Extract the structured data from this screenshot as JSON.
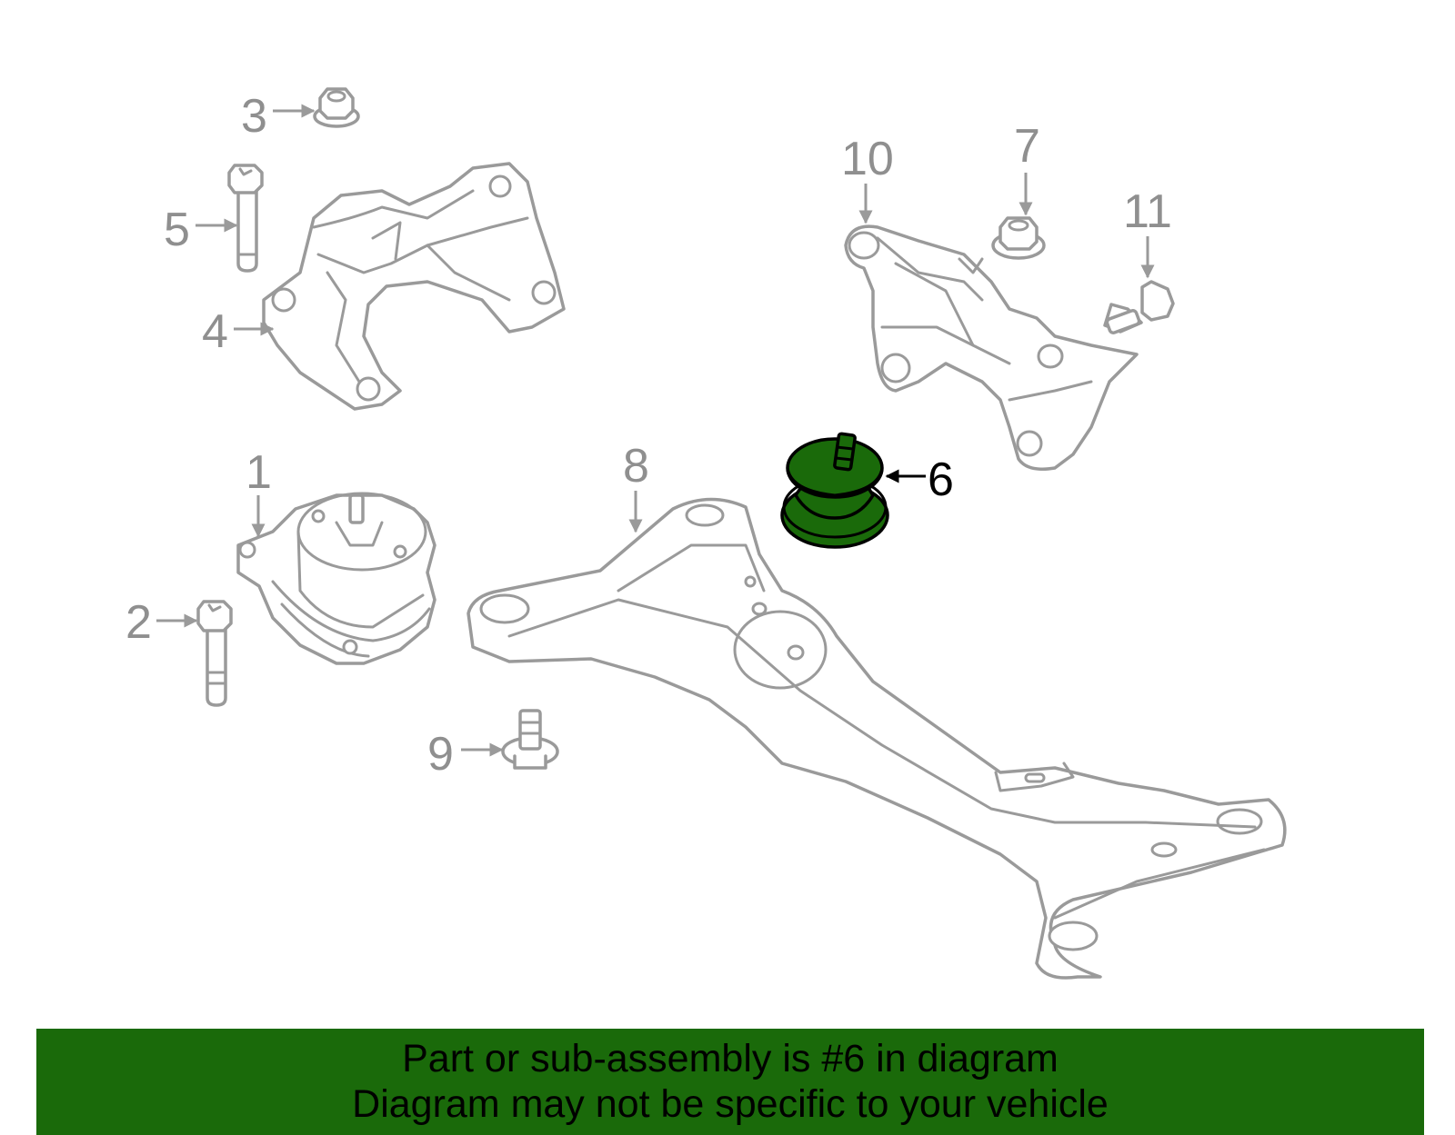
{
  "callouts": {
    "c1": "1",
    "c2": "2",
    "c3": "3",
    "c4": "4",
    "c5": "5",
    "c6": "6",
    "c7": "7",
    "c8": "8",
    "c9": "9",
    "c10": "10",
    "c11": "11"
  },
  "highlighted_part": "6",
  "colors": {
    "highlight": "#1a6a0a",
    "line_art": "#9a9a9a",
    "background": "#ffffff"
  },
  "banner": {
    "line1": "Part or sub-assembly is #6 in diagram",
    "line2": "Diagram may not be specific to your vehicle"
  }
}
